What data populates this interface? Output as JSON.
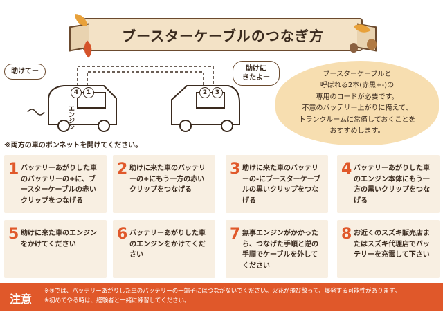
{
  "title": "ブースターケーブルのつなぎ方",
  "diagram": {
    "left_bubble": "助けてー",
    "right_bubble": "助けに\nきたよー",
    "engine_label": "エンジン",
    "left_numbers": [
      "4",
      "1"
    ],
    "right_numbers": [
      "2",
      "3"
    ],
    "hood_note": "※両方の車のボンネットを開けてください。"
  },
  "info": "ブースターケーブルと\n呼ばれる2本(赤黒+-)の\n専用のコードが必要です。\n不意のバッテリー上がりに備えて、\nトランクルームに常備しておくことを\nおすすめします。",
  "steps": [
    {
      "num": "1",
      "text": "バッテリーあがりした車のバッテリーの+に、ブースターケーブルの赤いクリップをつなげる"
    },
    {
      "num": "2",
      "text": "助けに来た車のバッテリーの+にもう一方の赤いクリップをつなげる"
    },
    {
      "num": "3",
      "text": "助けに来た車のバッテリーの-にブースターケーブルの黒いクリップをつなげる"
    },
    {
      "num": "4",
      "text": "バッテリーあがりした車のエンジン本体にもう一方の黒いクリップをつなげる"
    },
    {
      "num": "5",
      "text": "助けに来た車のエンジンをかけてください"
    },
    {
      "num": "6",
      "text": "バッテリーあがりした車のエンジンをかけてください"
    },
    {
      "num": "7",
      "text": "無事エンジンがかかったら、つなげた手順と逆の手順でケーブルを外してください"
    },
    {
      "num": "8",
      "text": "お近くのスズキ販売店またはスズキ代理店でバッテリーを充電して下さい"
    }
  ],
  "warning": {
    "label": "注意",
    "line1": "※④では、バッテリーあがりした車のバッテリーの一端子にはつながないでください。火花が飛び散って、爆発する可能性があります。",
    "line2": "※初めてやる時は、経験者と一緒に練習してください。"
  },
  "colors": {
    "accent": "#e0582a",
    "card": "#f8efe2",
    "info_bg": "#f7deb0",
    "ribbon": "#f3e2c6"
  }
}
